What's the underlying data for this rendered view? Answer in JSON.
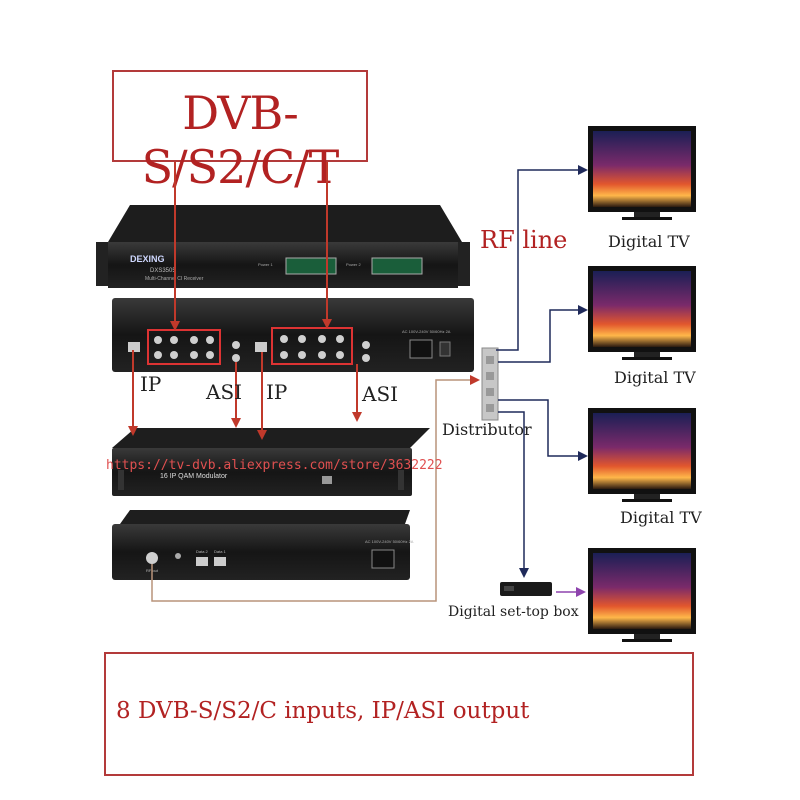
{
  "diagram": {
    "title": "DVB-S/S2/C/T",
    "footer_text": "8 DVB-S/S2/C inputs, IP/ASI output",
    "brand": "DEXING",
    "receiver_model": "DXS3505",
    "receiver_name": "Multi-Channel CI Receiver",
    "modulator_name": "16 IP QAM Modulator",
    "watermark": "https://tv-dvb.aliexpress.com/store/3632222",
    "labels": {
      "ip_left": "IP",
      "asi_left": "ASI",
      "ip_right": "IP",
      "asi_right": "ASI",
      "rf_line": "RF line",
      "distributor": "Distributor",
      "stb": "Digital set-top box"
    },
    "tvs": [
      "Digital TV",
      "Digital TV",
      "Digital TV"
    ],
    "panel_labels": {
      "power_1": "Power 1",
      "power_2": "Power 2",
      "data2": "Data 2",
      "data1": "Data 1",
      "ac_spec": "AC 100V-240V 50/60Hz 2A",
      "rf_out": "RF out"
    },
    "colors": {
      "red": "#b22222",
      "arrow_red": "#c0392b",
      "navy": "#1f2a5a",
      "purple": "#8e44ad"
    }
  }
}
